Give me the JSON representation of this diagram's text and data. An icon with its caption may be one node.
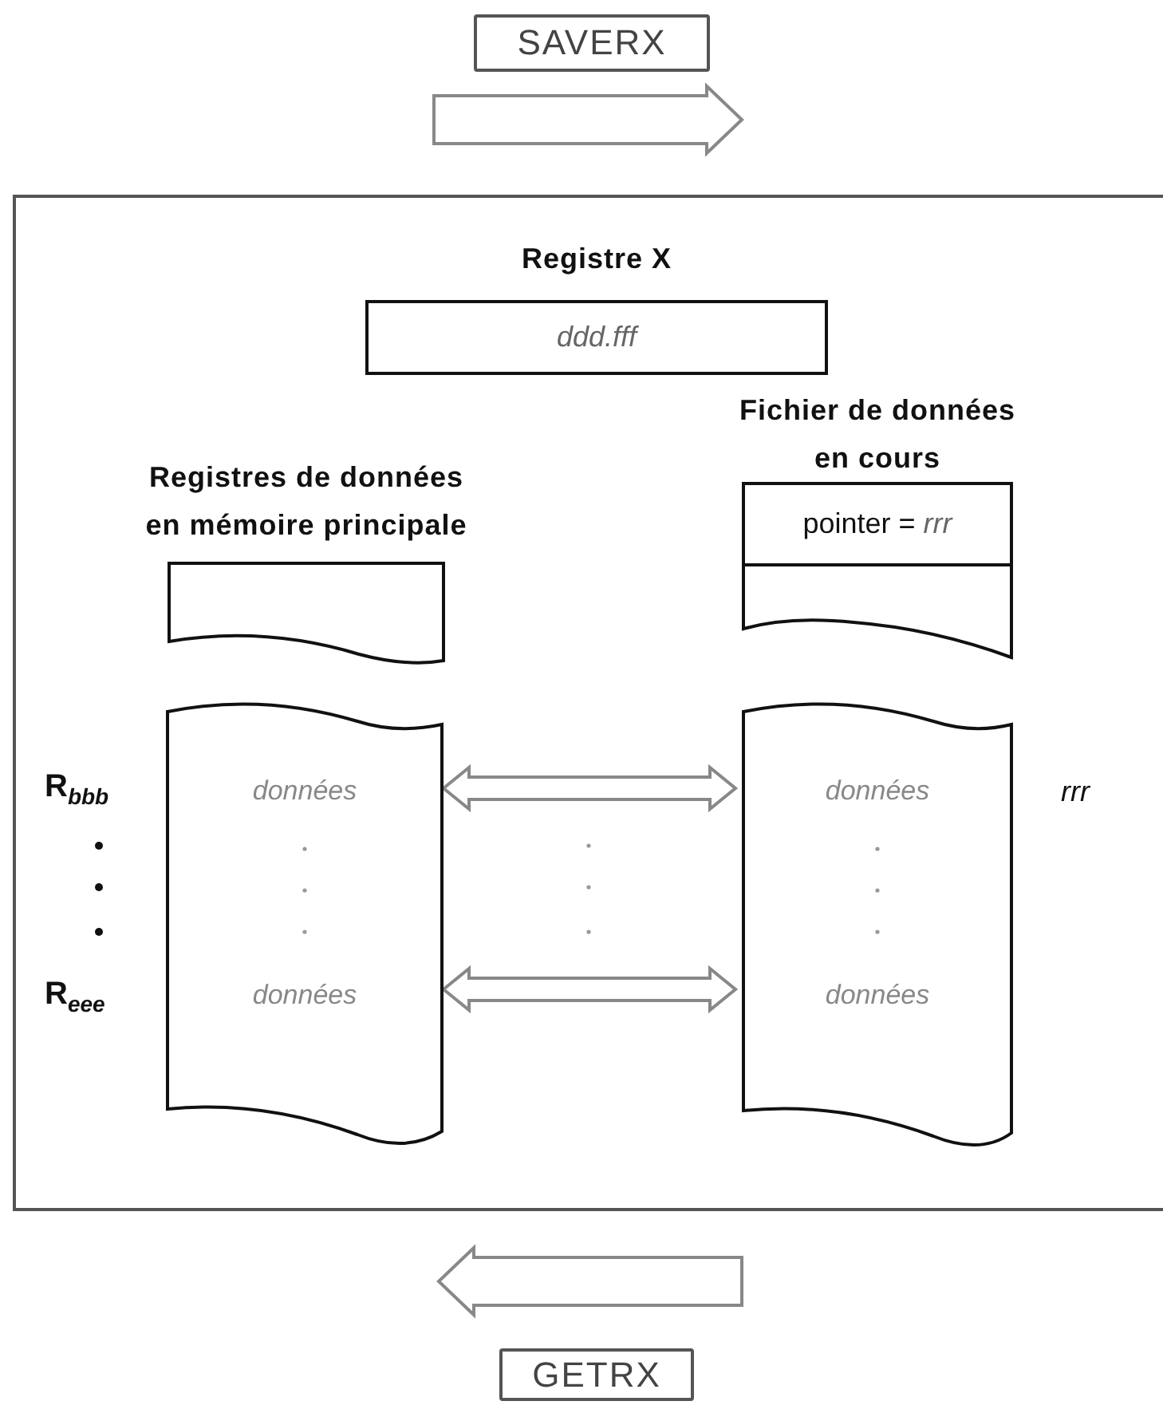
{
  "diagram": {
    "nodes": [
      {
        "text": [
          "SAVERX"
        ]
      },
      {
        "text": [],
        "shape": "box"
      },
      {
        "text": [
          "Registre X",
          "ddd.fff"
        ],
        "in": 1
      },
      {
        "text": [
          "Fichier de données en cours",
          "pointer = *rrr*"
        ],
        "in": 1
      },
      {
        "text": [
          "Registres de données en mémoire principale"
        ],
        "in": 1
      },
      {
        "text": [
          "données",
          "données"
        ],
        "in": 1
      },
      {
        "text": [
          "données",
          "données"
        ],
        "in": 1,
        "beside": [
          "rrr"
        ]
      },
      {
        "text": [
          "GETRX"
        ]
      }
    ],
    "edges": [
      {
        "from": 5,
        "to": 6,
        "arrow": "both"
      },
      {
        "from": 5,
        "to": 6,
        "arrow": "both"
      }
    ],
    "labels": [
      "R$_{bbb}$",
      "R$_{eee}$"
    ]
  }
}
